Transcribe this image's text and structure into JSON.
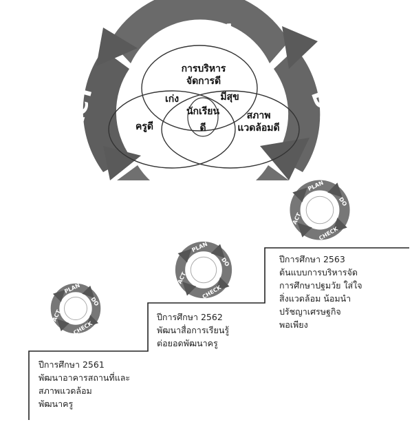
{
  "cycle": {
    "plan": "PLAN",
    "do": "DO",
    "check": "CHECK",
    "act": "ACT"
  },
  "venn": {
    "top": [
      "การบริหาร",
      "จัดการดี"
    ],
    "left": "ครูดี",
    "right": [
      "สภาพ",
      "แวดล้อมดี"
    ],
    "top_left": "เก่ง",
    "top_right": "มีสุข",
    "center": [
      "นักเรียน",
      "ดี"
    ]
  },
  "steps": [
    {
      "title": "ปีการศึกษา 2561",
      "lines": [
        "พัฒนาอาคารสถานที่และ",
        "สภาพแวดล้อม",
        "พัฒนาครู"
      ]
    },
    {
      "title": "ปีการศึกษา 2562",
      "lines": [
        "พัฒนาสื่อการเรียนรู้",
        "ต่อยอดพัฒนาครู"
      ]
    },
    {
      "title": "ปีการศึกษา 2563",
      "lines": [
        "ต้นแบบการบริหารจัด",
        "การศึกษาปฐมวัย ใส่ใจ",
        "สิ่งแวดล้อม น้อมนำ",
        "ปรัชญาเศรษฐกิจ",
        "พอเพียง"
      ]
    }
  ],
  "colors": {
    "ring_dark": "#5f5f5f",
    "ring_mid": "#7a7a7a",
    "ring_light": "#9a9a9a",
    "line": "#222222"
  }
}
